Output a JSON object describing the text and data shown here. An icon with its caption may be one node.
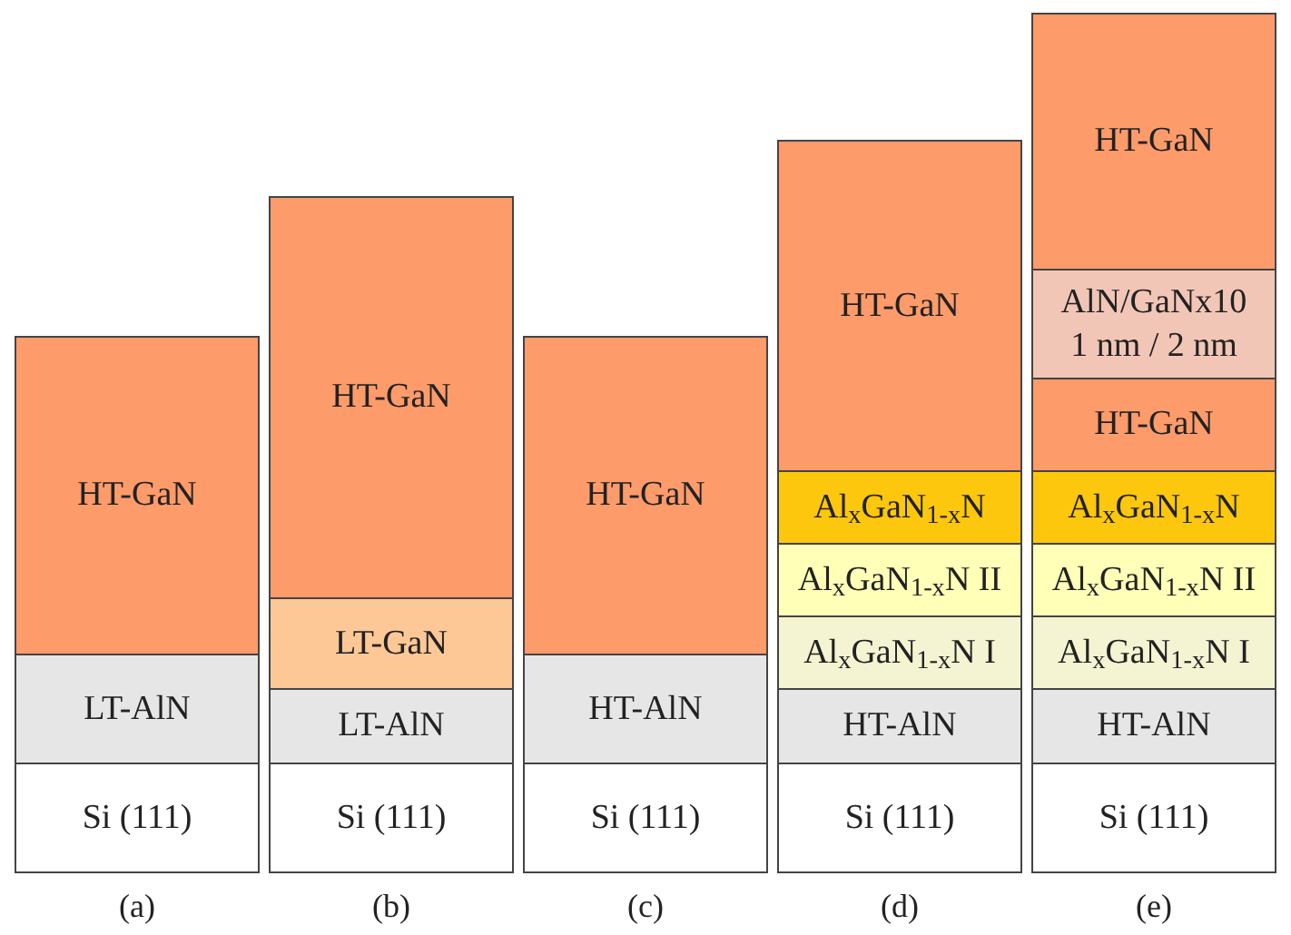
{
  "diagram": {
    "nodes": [
      {
        "text": [
          "HT-GaN"
        ]
      },
      {
        "text": [
          "LT-AlN"
        ]
      },
      {
        "text": [
          "Si (111)"
        ]
      },
      {
        "text": [
          "HT-GaN"
        ]
      },
      {
        "text": [
          "LT-GaN"
        ]
      },
      {
        "text": [
          "LT-AlN"
        ]
      },
      {
        "text": [
          "Si (111)"
        ]
      },
      {
        "text": [
          "HT-GaN"
        ]
      },
      {
        "text": [
          "HT-AlN"
        ]
      },
      {
        "text": [
          "Si (111)"
        ]
      },
      {
        "text": [
          "HT-GaN"
        ]
      },
      {
        "text": [
          "Al$_{x}$GaN$_{1-x}$N"
        ]
      },
      {
        "text": [
          "Al$_{x}$GaN$_{1-x}$N II"
        ]
      },
      {
        "text": [
          "Al$_{x}$GaN$_{1-x}$N I"
        ]
      },
      {
        "text": [
          "HT-AlN"
        ]
      },
      {
        "text": [
          "Si (111)"
        ]
      },
      {
        "text": [
          "HT-GaN"
        ]
      },
      {
        "text": [
          "AlN/GaNx10",
          "1 nm / 2 nm"
        ]
      },
      {
        "text": [
          "HT-GaN"
        ]
      },
      {
        "text": [
          "Al$_{x}$GaN$_{1-x}$N"
        ]
      },
      {
        "text": [
          "Al$_{x}$GaN$_{1-x}$N II"
        ]
      },
      {
        "text": [
          "Al$_{x}$GaN$_{1-x}$N I"
        ]
      },
      {
        "text": [
          "HT-AlN"
        ]
      },
      {
        "text": [
          "Si (111)"
        ]
      }
    ],
    "labels": [
      "(a)",
      "(b)",
      "(c)",
      "(d)",
      "(e)"
    ]
  }
}
